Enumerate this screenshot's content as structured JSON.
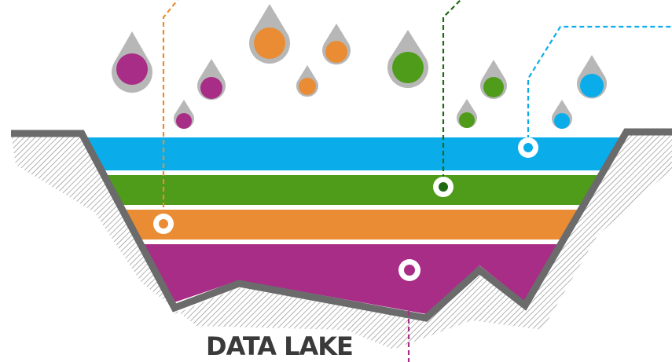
{
  "diagram": {
    "title": "DATA LAKE",
    "colors": {
      "blue": "#0aadea",
      "green": "#4e9c19",
      "orange": "#ea8c34",
      "purple": "#a82d86",
      "dark_green": "#1f6a12",
      "drop_shell": "#b7b7b7",
      "basin_outline": "#6b6b6b",
      "hatch": "#8a8a8a"
    },
    "layers": [
      {
        "name": "blue-layer",
        "color": "blue"
      },
      {
        "name": "green-layer",
        "color": "green"
      },
      {
        "name": "orange-layer",
        "color": "orange"
      },
      {
        "name": "purple-layer",
        "color": "purple"
      }
    ],
    "drops": [
      {
        "color": "purple",
        "size": "large"
      },
      {
        "color": "purple",
        "size": "medium"
      },
      {
        "color": "purple",
        "size": "small"
      },
      {
        "color": "orange",
        "size": "large"
      },
      {
        "color": "orange",
        "size": "medium"
      },
      {
        "color": "orange",
        "size": "small"
      },
      {
        "color": "green",
        "size": "large"
      },
      {
        "color": "green",
        "size": "medium"
      },
      {
        "color": "green",
        "size": "small"
      },
      {
        "color": "blue",
        "size": "medium"
      },
      {
        "color": "blue",
        "size": "small"
      }
    ],
    "callouts": [
      {
        "name": "orange-callout",
        "color": "orange"
      },
      {
        "name": "green-callout",
        "color": "dark_green"
      },
      {
        "name": "blue-callout",
        "color": "blue"
      },
      {
        "name": "purple-callout",
        "color": "purple"
      }
    ]
  }
}
